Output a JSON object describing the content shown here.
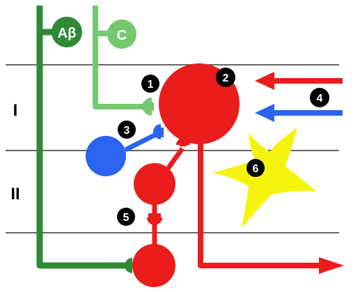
{
  "layers": {
    "layer_1": "I",
    "layer_2": "II"
  },
  "fibers": {
    "abeta_label": "Aβ",
    "c_label": "C"
  },
  "markers": [
    "1",
    "2",
    "3",
    "4",
    "5",
    "6"
  ],
  "colors": {
    "dark_green": "#2f8a35",
    "light_green": "#74c86e",
    "red": "#ea1c1c",
    "blue": "#2b64f0",
    "yellow": "#f4f40f",
    "black": "#000000",
    "line_gray": "#333333"
  }
}
